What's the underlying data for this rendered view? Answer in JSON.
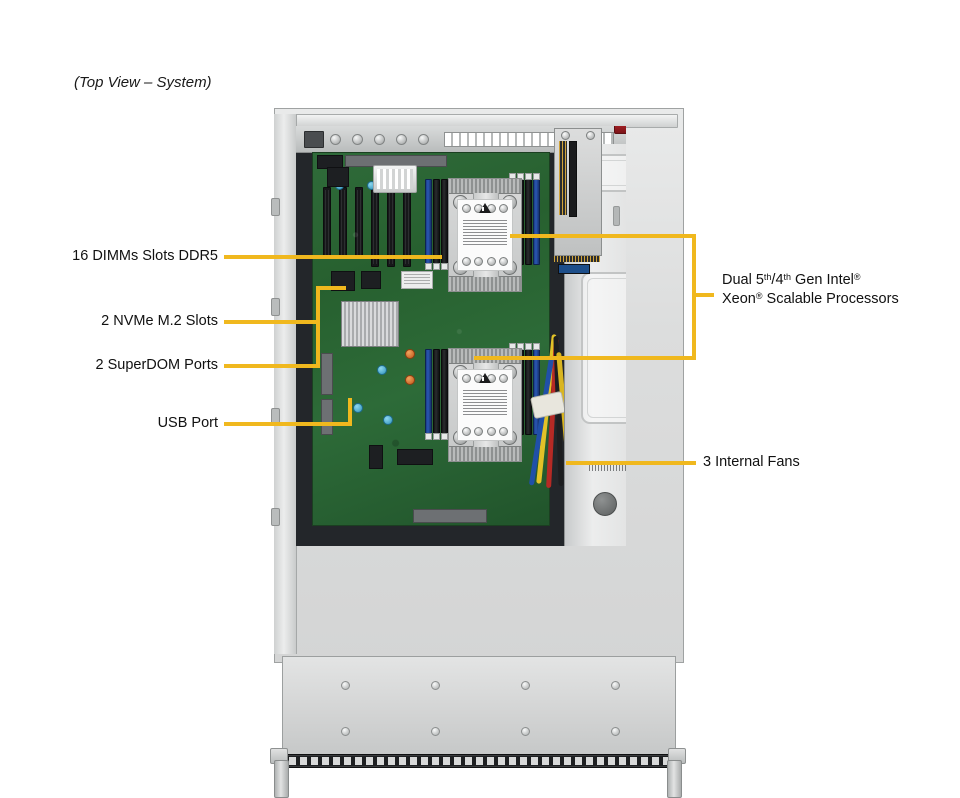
{
  "caption": "(Top View – System)",
  "accent_color": "#f0b81e",
  "callouts": {
    "dimms": {
      "text": "16 DIMMs Slots DDR5"
    },
    "nvme": {
      "text": "2 NVMe M.2 Slots"
    },
    "superdom": {
      "text": "2 SuperDOM Ports"
    },
    "usb": {
      "text": "USB Port"
    },
    "fans": {
      "text": "3 Internal  Fans"
    },
    "cpu": {
      "line1_a": "Dual 5",
      "line1_sup1": "th",
      "line1_b": "/4",
      "line1_sup2": "th",
      "line1_c": " Gen Intel",
      "line1_sup3": "®",
      "line2_a": "Xeon",
      "line2_sup1": "®",
      "line2_b": " Scalable Processors"
    }
  },
  "system": {
    "view": "top",
    "components": {
      "motherboard": "dual-socket server motherboard",
      "cpus": 2,
      "dimm_slots": 16,
      "fans": 3,
      "nvme_m2_slots": 2,
      "superdom_ports": 2,
      "usb_ports": 1
    }
  }
}
